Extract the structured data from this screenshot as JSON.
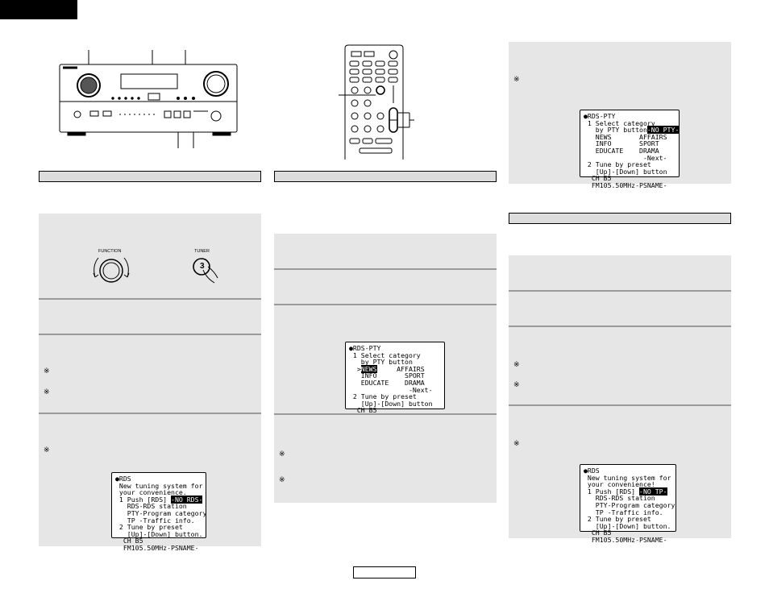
{
  "header": {
    "tab_color": "#000000"
  },
  "knob_labels": {
    "function": "FUNCTION",
    "tuner": "TUNER",
    "tuner_key": "3"
  },
  "note_mark": "※",
  "screen_rds_main": {
    "lines": [
      {
        "text": "●RDS",
        "hl": ""
      },
      {
        "text": " New tuning system for",
        "hl": ""
      },
      {
        "text": " your convenience.",
        "hl": ""
      },
      {
        "text": " 1 Push [RDS] ",
        "hl": "-NO RDS-"
      },
      {
        "text": "   RDS-RDS station",
        "hl": ""
      },
      {
        "text": "   PTY-Program category",
        "hl": ""
      },
      {
        "text": "   TP -Traffic info.",
        "hl": ""
      },
      {
        "text": " 2 Tune by preset",
        "hl": ""
      },
      {
        "text": "   [Up]-[Down] button.",
        "hl": ""
      },
      {
        "text": "  CH B5",
        "hl": ""
      },
      {
        "text": "  FM105.50MHz-PSNAME-",
        "hl": ""
      }
    ]
  },
  "screen_pty_select": {
    "lines": [
      {
        "text": "●RDS-PTY",
        "hl": ""
      },
      {
        "text": " 1 Select category",
        "hl": ""
      },
      {
        "text": "   by PTY button",
        "hl": ""
      },
      {
        "text": "  >",
        "hl": "NEWS",
        "tail": "     AFFAIRS"
      },
      {
        "text": "   INFO       SPORT",
        "hl": ""
      },
      {
        "text": "   EDUCATE    DRAMA",
        "hl": ""
      },
      {
        "text": "               -Next-",
        "hl": ""
      },
      {
        "text": " 2 Tune by preset",
        "hl": ""
      },
      {
        "text": "   [Up]-[Down] button",
        "hl": ""
      },
      {
        "text": "  CH B5",
        "hl": ""
      },
      {
        "text": "  FM105.50MHz-PSNAME-",
        "hl": ""
      }
    ]
  },
  "screen_pty_nopty": {
    "lines": [
      {
        "text": "●RDS-PTY",
        "hl": ""
      },
      {
        "text": " 1 Select category",
        "hl": ""
      },
      {
        "text": "   by PTY button",
        "hl": "-NO PTY-"
      },
      {
        "text": "   NEWS       AFFAIRS",
        "hl": ""
      },
      {
        "text": "   INFO       SPORT",
        "hl": ""
      },
      {
        "text": "   EDUCATE    DRAMA",
        "hl": ""
      },
      {
        "text": "               -Next-",
        "hl": ""
      },
      {
        "text": " 2 Tune by preset",
        "hl": ""
      },
      {
        "text": "   [Up]-[Down] button",
        "hl": ""
      },
      {
        "text": "  CH B5",
        "hl": ""
      },
      {
        "text": "  FM105.50MHz-PSNAME-",
        "hl": ""
      }
    ]
  },
  "screen_tp": {
    "lines": [
      {
        "text": "●RDS",
        "hl": ""
      },
      {
        "text": " New tuning system for",
        "hl": ""
      },
      {
        "text": " your convenience!",
        "hl": ""
      },
      {
        "text": " 1 Push [RDS] ",
        "hl": "-NO TP-"
      },
      {
        "text": "   RDS-RDS station",
        "hl": ""
      },
      {
        "text": "   PTY-Program category",
        "hl": ""
      },
      {
        "text": "   TP -Traffic info.",
        "hl": ""
      },
      {
        "text": " 2 Tune by preset",
        "hl": ""
      },
      {
        "text": "   [Up]-[Down] button.",
        "hl": ""
      },
      {
        "text": "  CH B5",
        "hl": ""
      },
      {
        "text": "  FM105.50MHz-PSNAME-",
        "hl": ""
      }
    ]
  }
}
